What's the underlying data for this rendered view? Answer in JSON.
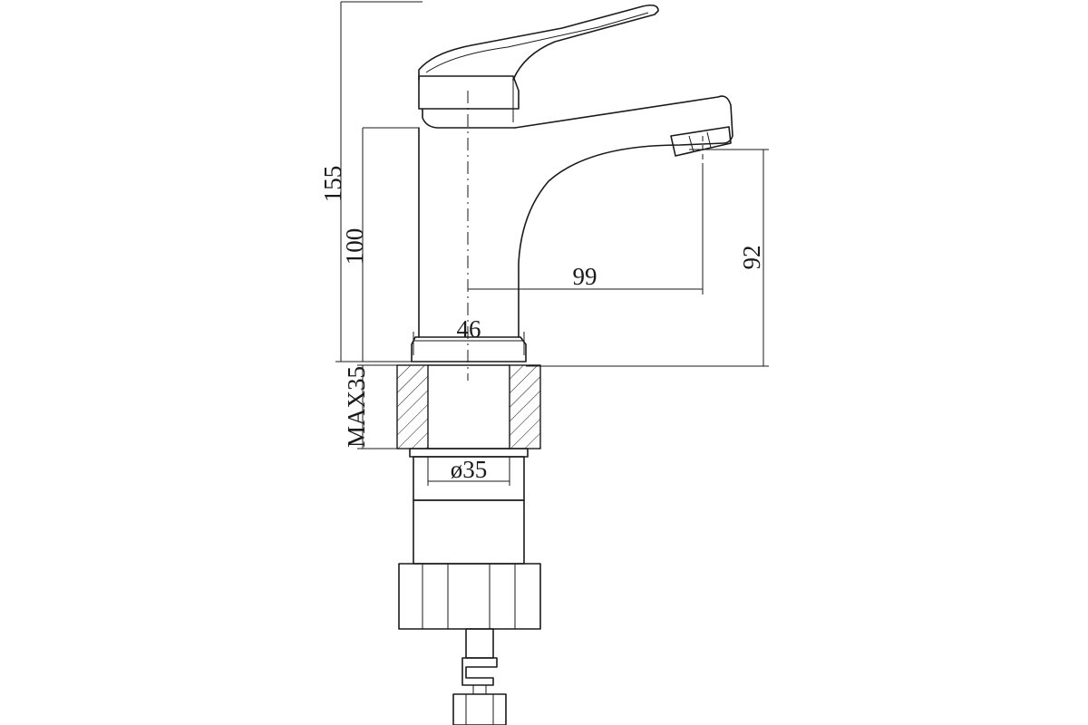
{
  "dimensions": {
    "overall_height": "155",
    "body_height": "100",
    "max_thickness": "MAX35",
    "base_width": "46",
    "spout_reach": "99",
    "spout_height": "92",
    "hole_diameter": "ø35"
  },
  "colors": {
    "line": "#1a1a1a",
    "background": "#ffffff"
  }
}
